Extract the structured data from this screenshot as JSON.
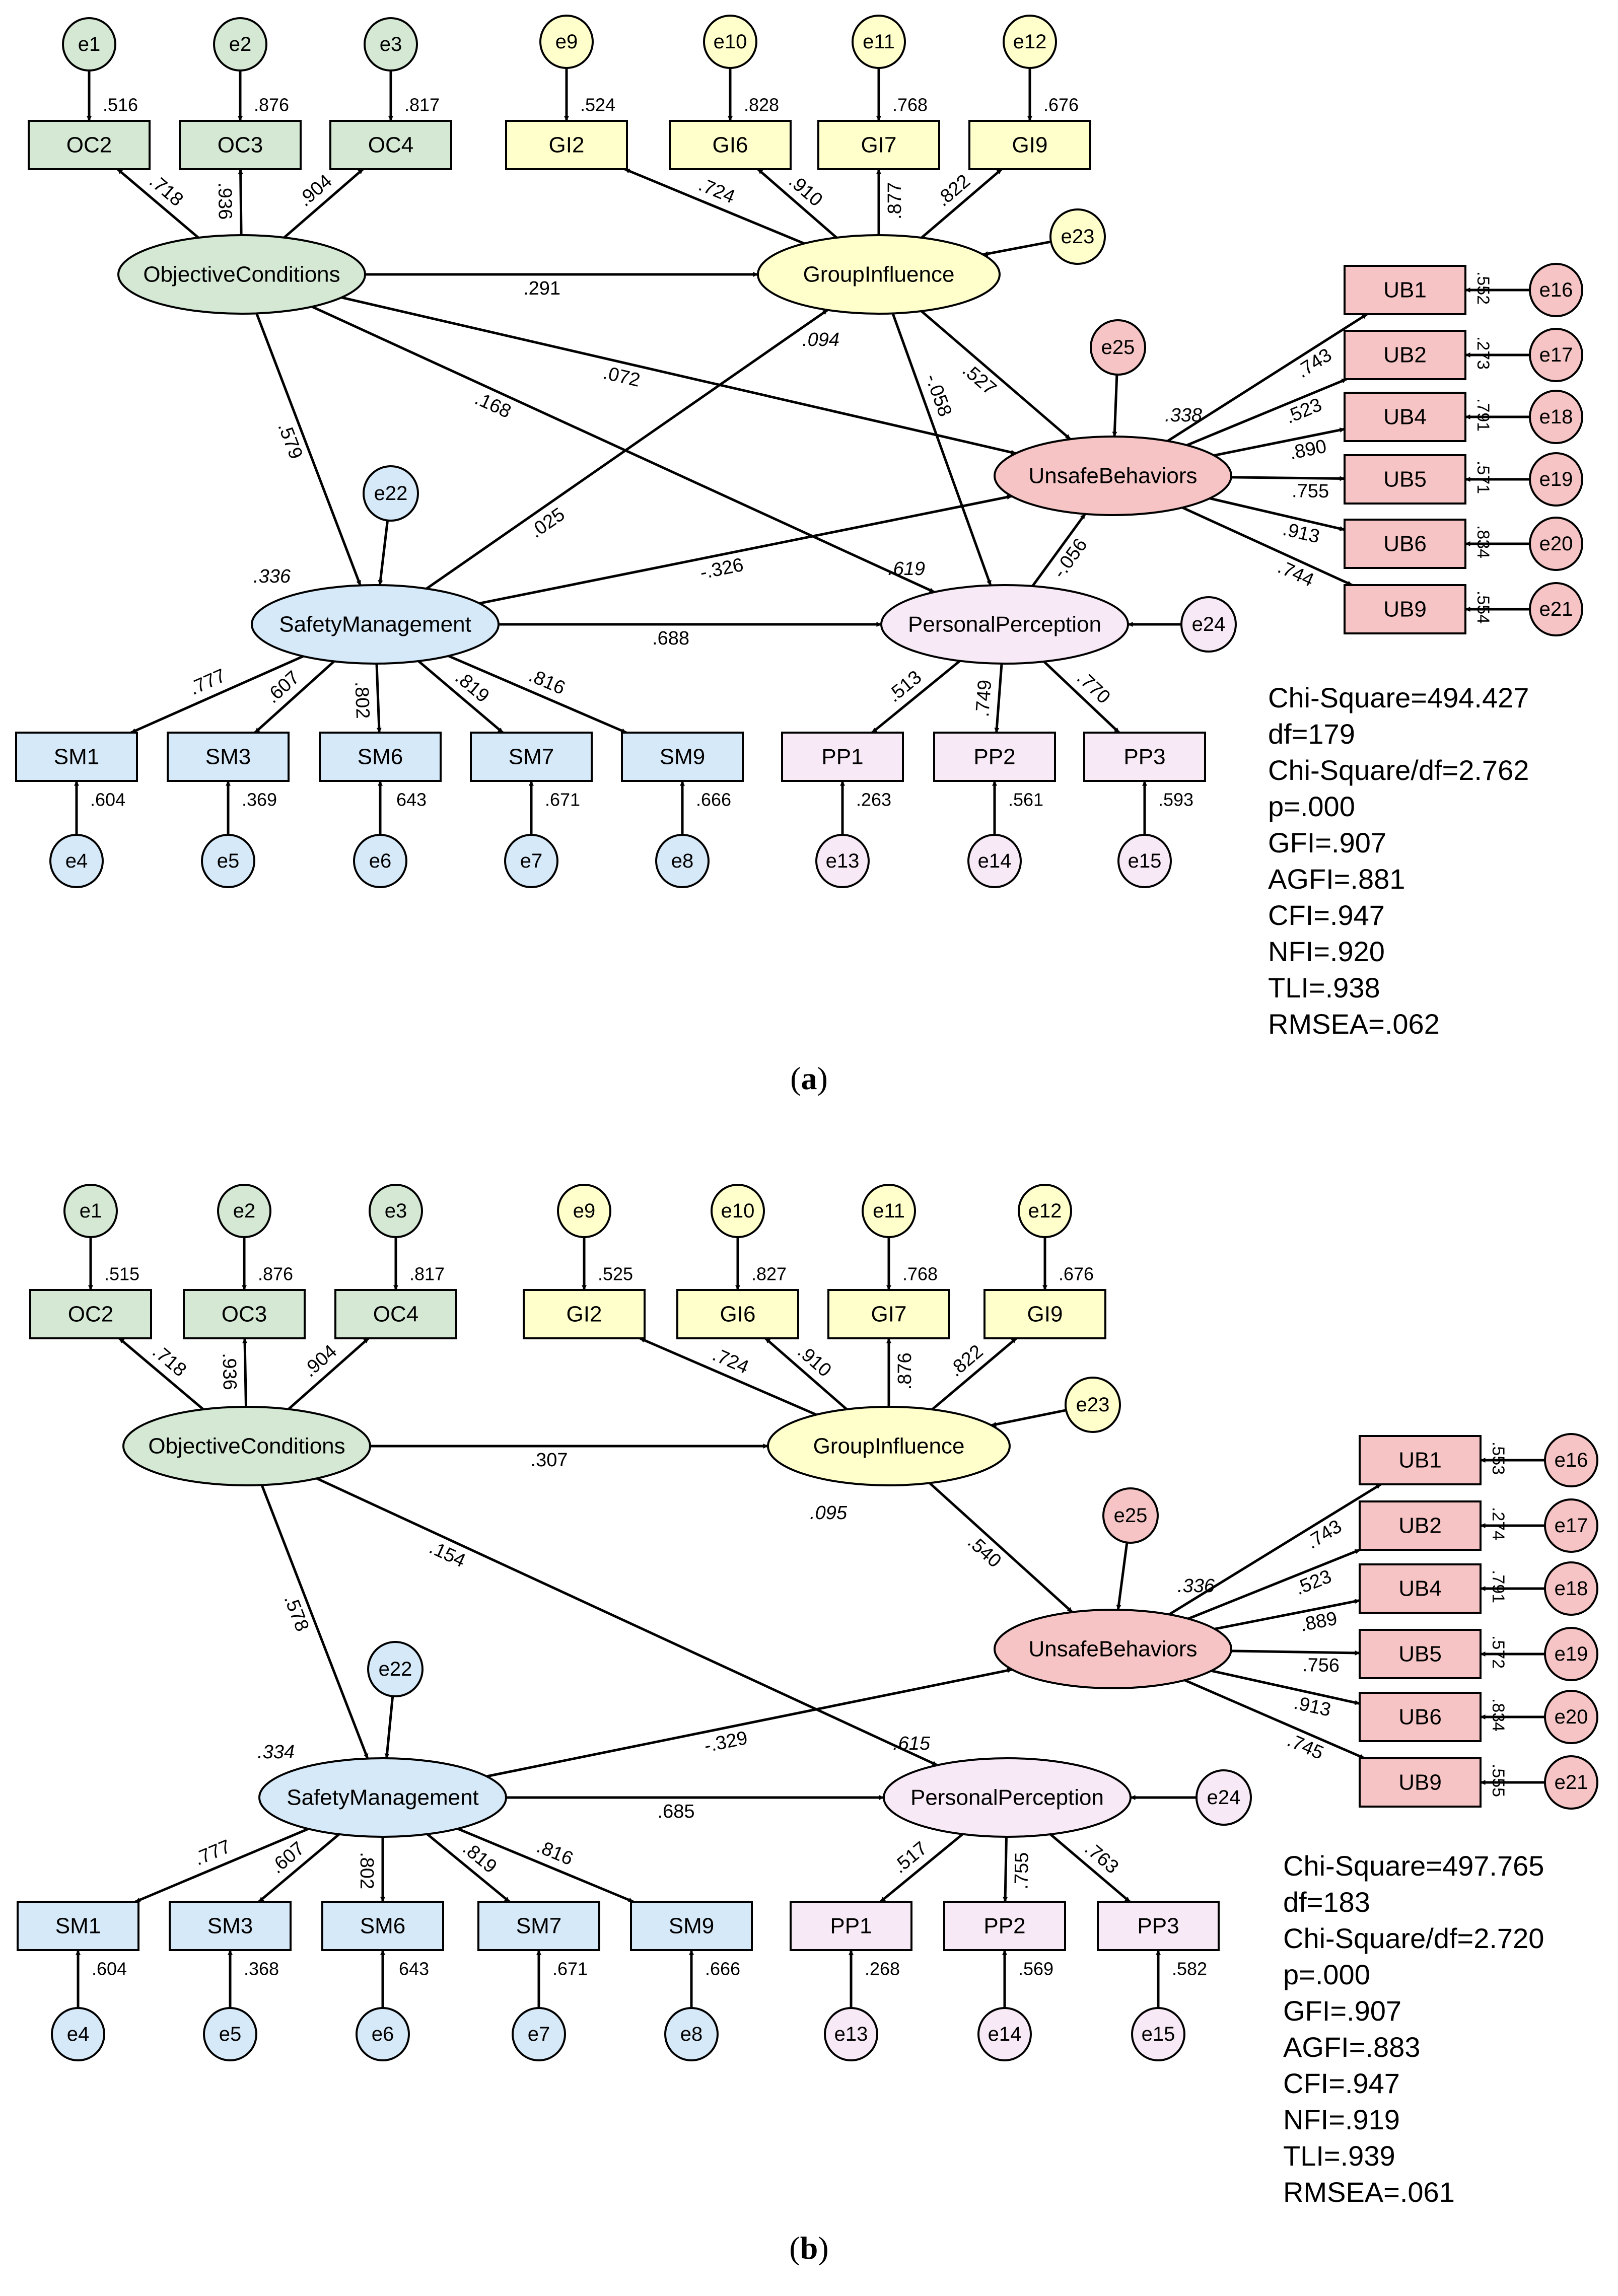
{
  "colors": {
    "objective_conditions": "#d4e8d4",
    "group_influence": "#ffffcc",
    "unsafe_behaviors": "#f6c4c4",
    "safety_management": "#d6e9f8",
    "personal_perception": "#f7e9f5",
    "stroke": "#000000"
  },
  "panels": [
    {
      "caption_prefix": "(",
      "caption_letter": "a",
      "caption_suffix": ")",
      "latents": {
        "oc": "ObjectiveConditions",
        "gi": "GroupInfluence",
        "ub": "UnsafeBehaviors",
        "sm": "SafetyManagement",
        "pp": "PersonalPerception"
      },
      "oc_items": [
        {
          "name": "OC2",
          "error": "e1",
          "r2": ".516",
          "loading": ".718"
        },
        {
          "name": "OC3",
          "error": "e2",
          "r2": ".876",
          "loading": ".936"
        },
        {
          "name": "OC4",
          "error": "e3",
          "r2": ".817",
          "loading": ".904"
        }
      ],
      "gi_items": [
        {
          "name": "GI2",
          "error": "e9",
          "r2": ".524",
          "loading": ".724"
        },
        {
          "name": "GI6",
          "error": "e10",
          "r2": ".828",
          "loading": ".910"
        },
        {
          "name": "GI7",
          "error": "e11",
          "r2": ".768",
          "loading": ".877"
        },
        {
          "name": "GI9",
          "error": "e12",
          "r2": ".676",
          "loading": ".822"
        }
      ],
      "ub_items": [
        {
          "name": "UB1",
          "error": "e16",
          "r2": ".552",
          "loading": ".743"
        },
        {
          "name": "UB2",
          "error": "e17",
          "r2": ".273",
          "loading": ".523"
        },
        {
          "name": "UB4",
          "error": "e18",
          "r2": ".791",
          "loading": ".890"
        },
        {
          "name": "UB5",
          "error": "e19",
          "r2": ".571",
          "loading": ".755"
        },
        {
          "name": "UB6",
          "error": "e20",
          "r2": ".834",
          "loading": ".913"
        },
        {
          "name": "UB9",
          "error": "e21",
          "r2": ".554",
          "loading": ".744"
        }
      ],
      "sm_items": [
        {
          "name": "SM1",
          "error": "e4",
          "r2": ".604",
          "loading": ".777"
        },
        {
          "name": "SM3",
          "error": "e5",
          "r2": ".369",
          "loading": ".607"
        },
        {
          "name": "SM6",
          "error": "e6",
          "r2": "643",
          "loading": ".802"
        },
        {
          "name": "SM7",
          "error": "e7",
          "r2": ".671",
          "loading": ".819"
        },
        {
          "name": "SM9",
          "error": "e8",
          "r2": ".666",
          "loading": ".816"
        }
      ],
      "pp_items": [
        {
          "name": "PP1",
          "error": "e13",
          "r2": ".263",
          "loading": ".513"
        },
        {
          "name": "PP2",
          "error": "e14",
          "r2": ".561",
          "loading": ".749"
        },
        {
          "name": "PP3",
          "error": "e15",
          "r2": ".593",
          "loading": ".770"
        }
      ],
      "disturbances": {
        "gi": "e23",
        "ub": "e25",
        "sm": "e22",
        "pp": "e24"
      },
      "latent_r2": {
        "gi": ".094",
        "ub": ".338",
        "sm": ".336",
        "pp": ".619"
      },
      "paths": [
        {
          "from": "oc",
          "to": "gi",
          "coef": ".291"
        },
        {
          "from": "oc",
          "to": "ub",
          "coef": ".072"
        },
        {
          "from": "oc",
          "to": "pp",
          "coef": ".168"
        },
        {
          "from": "oc",
          "to": "sm",
          "coef": ".579"
        },
        {
          "from": "gi",
          "to": "pp",
          "coef": "-.058"
        },
        {
          "from": "gi",
          "to": "ub",
          "coef": ".527"
        },
        {
          "from": "sm",
          "to": "gi",
          "coef": ".025"
        },
        {
          "from": "sm",
          "to": "ub",
          "coef": "-.326"
        },
        {
          "from": "sm",
          "to": "pp",
          "coef": ".688"
        },
        {
          "from": "pp",
          "to": "ub",
          "coef": "-.056"
        }
      ],
      "fit": [
        "Chi-Square=494.427",
        "df=179",
        "Chi-Square/df=2.762",
        "p=.000",
        "GFI=.907",
        "AGFI=.881",
        "CFI=.947",
        "NFI=.920",
        "TLI=.938",
        "RMSEA=.062"
      ]
    },
    {
      "caption_prefix": "(",
      "caption_letter": "b",
      "caption_suffix": ")",
      "latents": {
        "oc": "ObjectiveConditions",
        "gi": "GroupInfluence",
        "ub": "UnsafeBehaviors",
        "sm": "SafetyManagement",
        "pp": "PersonalPerception"
      },
      "oc_items": [
        {
          "name": "OC2",
          "error": "e1",
          "r2": ".515",
          "loading": ".718"
        },
        {
          "name": "OC3",
          "error": "e2",
          "r2": ".876",
          "loading": ".936"
        },
        {
          "name": "OC4",
          "error": "e3",
          "r2": ".817",
          "loading": ".904"
        }
      ],
      "gi_items": [
        {
          "name": "GI2",
          "error": "e9",
          "r2": ".525",
          "loading": ".724"
        },
        {
          "name": "GI6",
          "error": "e10",
          "r2": ".827",
          "loading": ".910"
        },
        {
          "name": "GI7",
          "error": "e11",
          "r2": ".768",
          "loading": ".876"
        },
        {
          "name": "GI9",
          "error": "e12",
          "r2": ".676",
          "loading": ".822"
        }
      ],
      "ub_items": [
        {
          "name": "UB1",
          "error": "e16",
          "r2": ".553",
          "loading": ".743"
        },
        {
          "name": "UB2",
          "error": "e17",
          "r2": ".274",
          "loading": ".523"
        },
        {
          "name": "UB4",
          "error": "e18",
          "r2": ".791",
          "loading": ".889"
        },
        {
          "name": "UB5",
          "error": "e19",
          "r2": ".572",
          "loading": ".756"
        },
        {
          "name": "UB6",
          "error": "e20",
          "r2": ".834",
          "loading": ".913"
        },
        {
          "name": "UB9",
          "error": "e21",
          "r2": ".555",
          "loading": ".745"
        }
      ],
      "sm_items": [
        {
          "name": "SM1",
          "error": "e4",
          "r2": ".604",
          "loading": ".777"
        },
        {
          "name": "SM3",
          "error": "e5",
          "r2": ".368",
          "loading": ".607"
        },
        {
          "name": "SM6",
          "error": "e6",
          "r2": "643",
          "loading": ".802"
        },
        {
          "name": "SM7",
          "error": "e7",
          "r2": ".671",
          "loading": ".819"
        },
        {
          "name": "SM9",
          "error": "e8",
          "r2": ".666",
          "loading": ".816"
        }
      ],
      "pp_items": [
        {
          "name": "PP1",
          "error": "e13",
          "r2": ".268",
          "loading": ".517"
        },
        {
          "name": "PP2",
          "error": "e14",
          "r2": ".569",
          "loading": ".755"
        },
        {
          "name": "PP3",
          "error": "e15",
          "r2": ".582",
          "loading": ".763"
        }
      ],
      "disturbances": {
        "gi": "e23",
        "ub": "e25",
        "sm": "e22",
        "pp": "e24"
      },
      "latent_r2": {
        "gi": ".095",
        "ub": ".336",
        "sm": ".334",
        "pp": ".615"
      },
      "paths": [
        {
          "from": "oc",
          "to": "gi",
          "coef": ".307"
        },
        {
          "from": "oc",
          "to": "pp",
          "coef": ".154"
        },
        {
          "from": "oc",
          "to": "sm",
          "coef": ".578"
        },
        {
          "from": "gi",
          "to": "ub",
          "coef": ".540"
        },
        {
          "from": "sm",
          "to": "ub",
          "coef": "-.329"
        },
        {
          "from": "sm",
          "to": "pp",
          "coef": ".685"
        }
      ],
      "fit": [
        "Chi-Square=497.765",
        "df=183",
        "Chi-Square/df=2.720",
        "p=.000",
        "GFI=.907",
        "AGFI=.883",
        "CFI=.947",
        "NFI=.919",
        "TLI=.939",
        "RMSEA=.061"
      ]
    }
  ]
}
